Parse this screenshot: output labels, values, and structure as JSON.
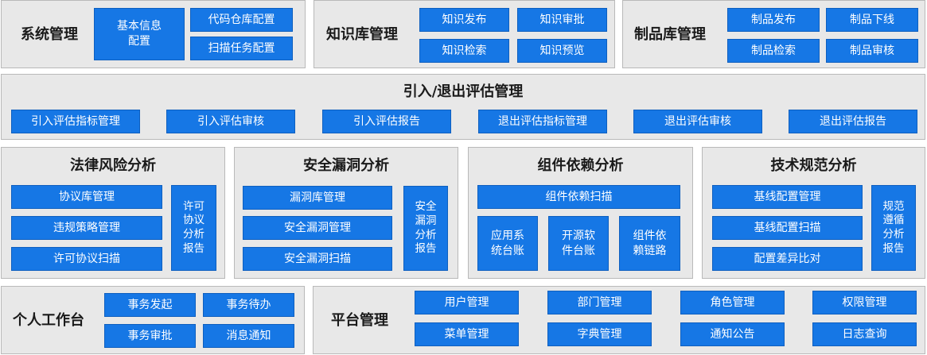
{
  "system": {
    "title": "系统管理",
    "items": [
      "基本信息\n配置",
      "代码仓库配置",
      "扫描任务配置"
    ]
  },
  "knowledge": {
    "title": "知识库管理",
    "items": [
      "知识发布",
      "知识审批",
      "知识检索",
      "知识预览"
    ]
  },
  "product": {
    "title": "制品库管理",
    "items": [
      "制品发布",
      "制品下线",
      "制品检索",
      "制品审核"
    ]
  },
  "evaluation": {
    "title": "引入/退出评估管理",
    "items": [
      "引入评估指标管理",
      "引入评估审核",
      "引入评估报告",
      "退出评估指标管理",
      "退出评估审核",
      "退出评估报告"
    ]
  },
  "legal": {
    "title": "法律风险分析",
    "items": [
      "协议库管理",
      "违规策略管理",
      "许可协议扫描"
    ],
    "side": "许可\n协议\n分析\n报告"
  },
  "security": {
    "title": "安全漏洞分析",
    "items": [
      "漏洞库管理",
      "安全漏洞管理",
      "安全漏洞扫描"
    ],
    "side": "安全\n漏洞\n分析\n报告"
  },
  "dependency": {
    "title": "组件依赖分析",
    "top": "组件依赖扫描",
    "items": [
      "应用系\n统台账",
      "开源软\n件台账",
      "组件依\n赖链路"
    ]
  },
  "techspec": {
    "title": "技术规范分析",
    "items": [
      "基线配置管理",
      "基线配置扫描",
      "配置差异比对"
    ],
    "side": "规范\n遵循\n分析\n报告"
  },
  "personal": {
    "title": "个人工作台",
    "items": [
      "事务发起",
      "事务待办",
      "事务审批",
      "消息通知"
    ]
  },
  "platform": {
    "title": "平台管理",
    "items": [
      "用户管理",
      "部门管理",
      "角色管理",
      "权限管理",
      "菜单管理",
      "字典管理",
      "通知公告",
      "日志查询"
    ]
  },
  "colors": {
    "panel_bg": "#e8e8e8",
    "button_blue": "#1677e5",
    "button_text": "#ffffff"
  }
}
